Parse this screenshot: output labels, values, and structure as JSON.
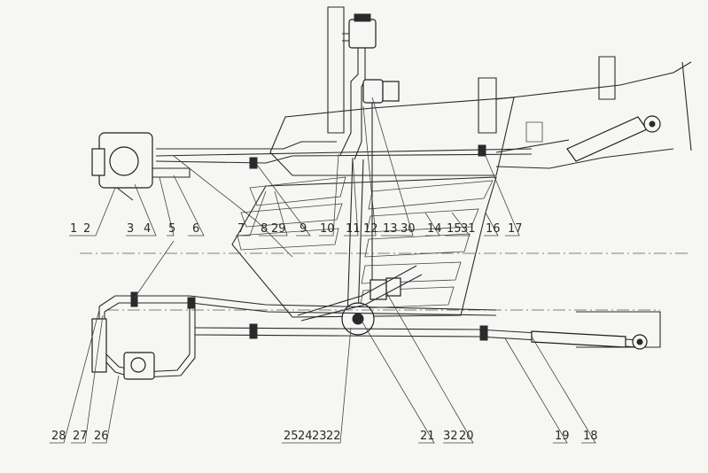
{
  "labels": {
    "n1": "1",
    "n2": "2",
    "n3": "3",
    "n4": "4",
    "n5": "5",
    "n6": "6",
    "n7": "7",
    "n8": "8",
    "n29": "29",
    "n9": "9",
    "n10": "10",
    "n11": "11",
    "n12": "12",
    "n13": "13",
    "n30": "30",
    "n14": "14",
    "n15": "15",
    "n31": "31",
    "n16": "16",
    "n17": "17",
    "n28": "28",
    "n27": "27",
    "n26": "26",
    "n25": "25",
    "n24": "24",
    "n23": "23",
    "n22": "22",
    "n21": "21",
    "n32": "32",
    "n20": "20",
    "n19": "19",
    "n18": "18"
  }
}
